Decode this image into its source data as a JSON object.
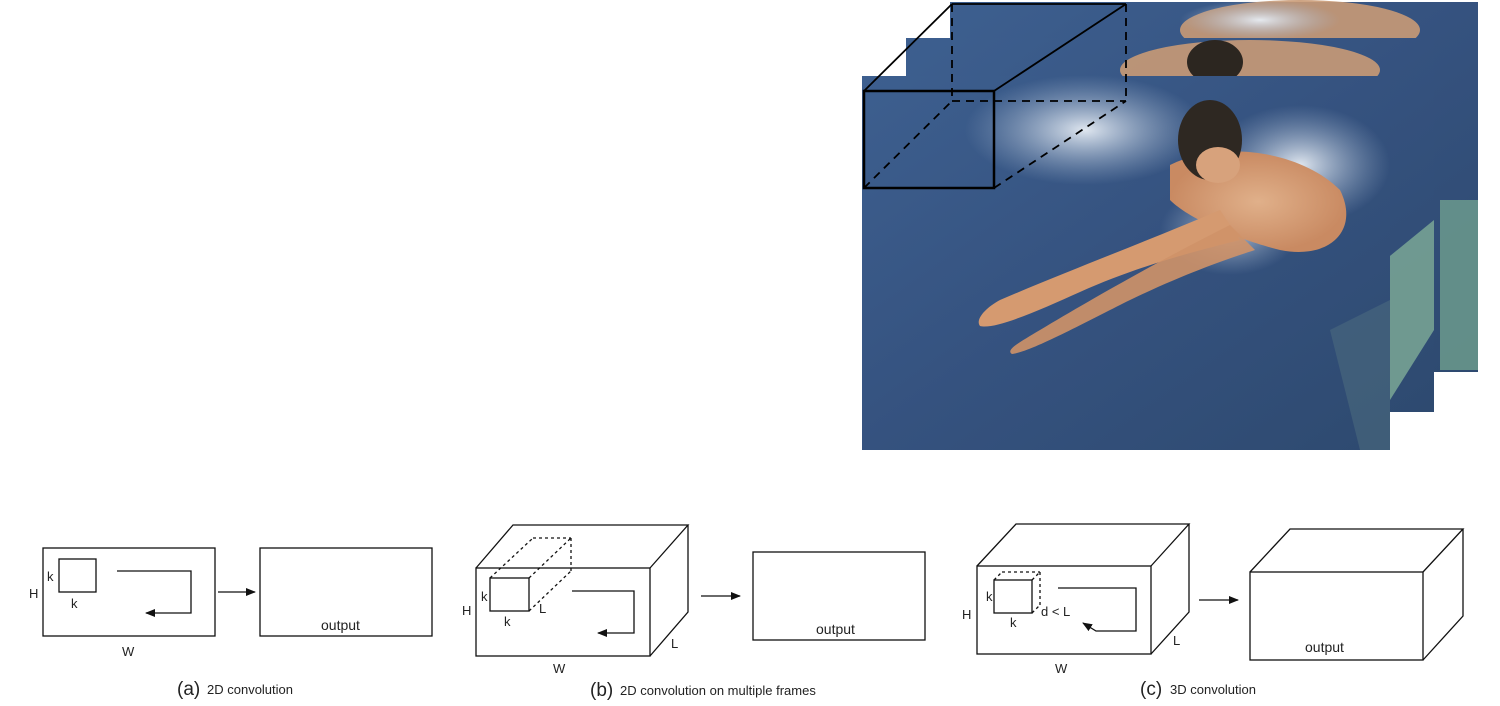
{
  "panel_a": {
    "dim_k_side": "k",
    "dim_k_bottom": "k",
    "dim_h": "H",
    "dim_w": "W",
    "output_label": "output",
    "caption_letter": "(a)",
    "caption_text": "2D convolution"
  },
  "panel_b": {
    "dim_k_side": "k",
    "dim_k_bottom": "k",
    "dim_l_kernel": "L",
    "dim_h": "H",
    "dim_w": "W",
    "dim_l": "L",
    "output_label": "output",
    "caption_letter": "(b)",
    "caption_text": "2D convolution on multiple frames"
  },
  "panel_c": {
    "dim_k_side": "k",
    "dim_k_bottom": "k",
    "dim_d": "d < L",
    "dim_h": "H",
    "dim_w": "W",
    "dim_l": "L",
    "output_label": "output",
    "caption_letter": "(c)",
    "caption_text": "3D convolution"
  }
}
